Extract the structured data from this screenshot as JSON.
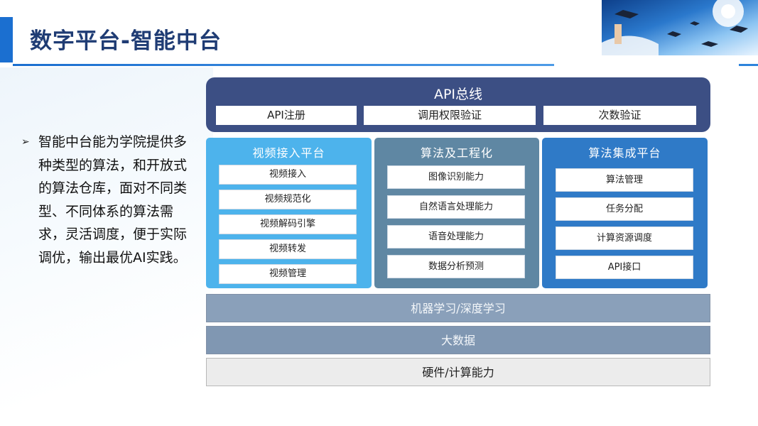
{
  "header": {
    "title": "数字平台-智能中台"
  },
  "bullet": {
    "text": "智能中台能为学院提供多种类型的算法，和开放式的算法仓库，面对不同类型、不同体系的算法需求，灵活调度，便于实际调优，输出最优AI实践。"
  },
  "api_bus": {
    "title": "API总线",
    "items": [
      "API注册",
      "调用权限验证",
      "次数验证"
    ]
  },
  "columns": [
    {
      "title": "视频接入平台",
      "items": [
        "视频接入",
        "视频规范化",
        "视频解码引擎",
        "视频转发",
        "视频管理"
      ]
    },
    {
      "title": "算法及工程化",
      "items": [
        "图像识别能力",
        "自然语言处理能力",
        "语音处理能力",
        "数据分析预测"
      ]
    },
    {
      "title": "算法集成平台",
      "items": [
        "算法管理",
        "任务分配",
        "计算资源调度",
        "API接口"
      ]
    }
  ],
  "layers": [
    "机器学习/深度学习",
    "大数据",
    "硬件/计算能力"
  ],
  "colors": {
    "title": "#1f3c74",
    "accent": "#1b6fd0",
    "api_bus": "#3c4f84",
    "col_video": "#4db3ec",
    "col_algo": "#5f87a3",
    "col_integration": "#2f7ac7",
    "layer_ml": "#8aa0ba",
    "layer_bigdata": "#8097b2",
    "layer_hardware": "#ececec"
  }
}
